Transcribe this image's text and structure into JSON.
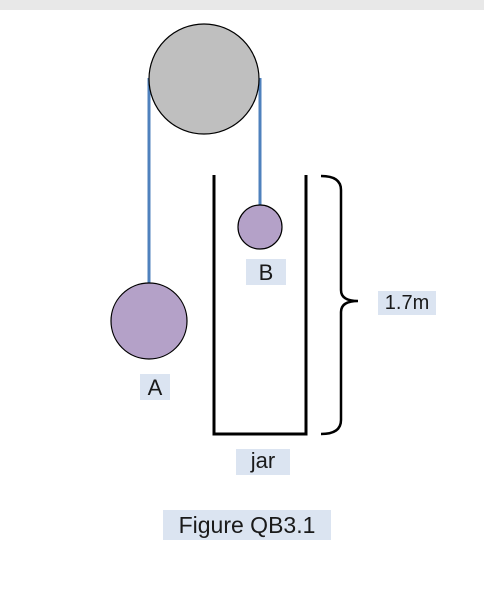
{
  "figure": {
    "label_a": "A",
    "label_b": "B",
    "label_jar": "jar",
    "height_label": "1.7m",
    "caption": "Figure QB3.1"
  },
  "colors": {
    "pulley": "#bfbfbf",
    "mass": "#b4a1c8",
    "rope": "#4f81bd",
    "label_highlight": "#dbe4f1"
  },
  "icons": {
    "pulley": "pulley-wheel",
    "mass_a": "circle-mass",
    "mass_b": "circle-mass",
    "jar": "open-container",
    "height_brace": "right-curly-brace"
  }
}
